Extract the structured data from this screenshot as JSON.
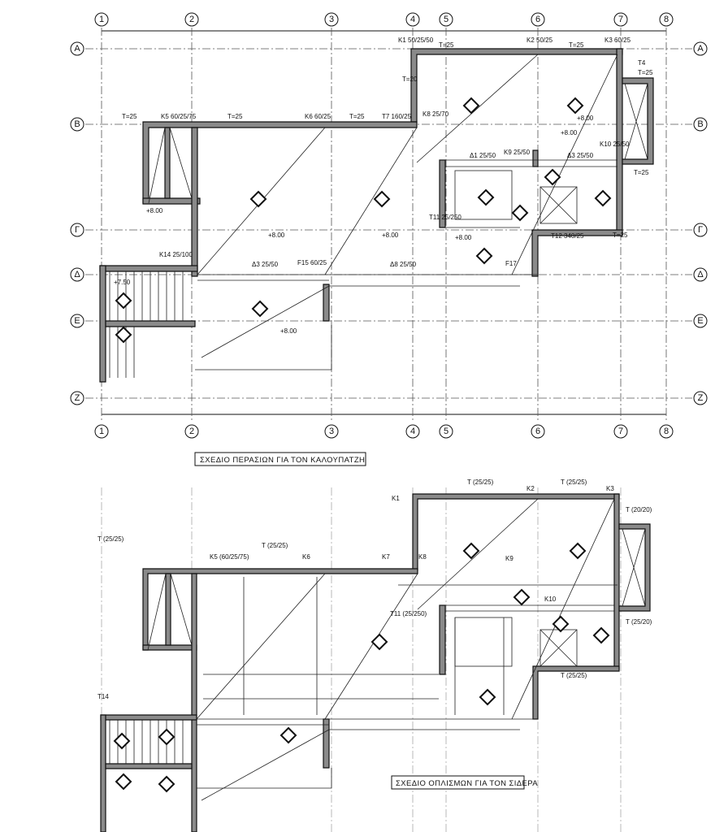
{
  "titles": {
    "formwork_plan": "ΣΧΕΔΙΟ ΠΕΡΑΣΙΩΝ ΓΙΑ ΤΟΝ ΚΑΛΟΥΠΑΤΖΗ",
    "reinforcement_plan": "ΣΧΕΔΙΟ ΟΠΛΙΣΜΩΝ ΓΙΑ ΤΟΝ ΣΙΔΕΡΑ"
  },
  "grid": {
    "columns": [
      "1",
      "2",
      "3",
      "4",
      "5",
      "6",
      "7",
      "8"
    ],
    "rows": [
      "A",
      "B",
      "Γ",
      "Δ",
      "E",
      "Z"
    ]
  },
  "formwork_labels": [
    "K1 50/25/50",
    "K2 50/25",
    "K3 60/25",
    "K5 60/25/75",
    "K6 60/25",
    "T7 160/25",
    "K8 25/70",
    "K9 25/50",
    "K10 25/50",
    "Δ1 25/50",
    "Δ3 25/50",
    "T11 25/250",
    "T12 340/25",
    "K14 25/100",
    "Δ3 25/50",
    "F15 60/25",
    "Δ8 25/50",
    "F17",
    "T=25",
    "T=20",
    "T=25",
    "T=25",
    "T=25",
    "T4",
    "T=25",
    "T=25",
    "T=25",
    "T=25",
    "+8.00",
    "+8.00",
    "+8.00",
    "+8.00",
    "+8.00",
    "+8.00",
    "+8.00",
    "+7.50"
  ],
  "reinforcement_labels": [
    "K1",
    "K2",
    "K3",
    "K5 (60/25/75)",
    "K6",
    "K7",
    "K8",
    "K9",
    "K10",
    "T11 (25/250)",
    "T14",
    "T (25/25)",
    "T (25/25)",
    "T (25/25)",
    "T (25/25)",
    "T (20/20)",
    "T (25/20)",
    "T (25/25)"
  ]
}
